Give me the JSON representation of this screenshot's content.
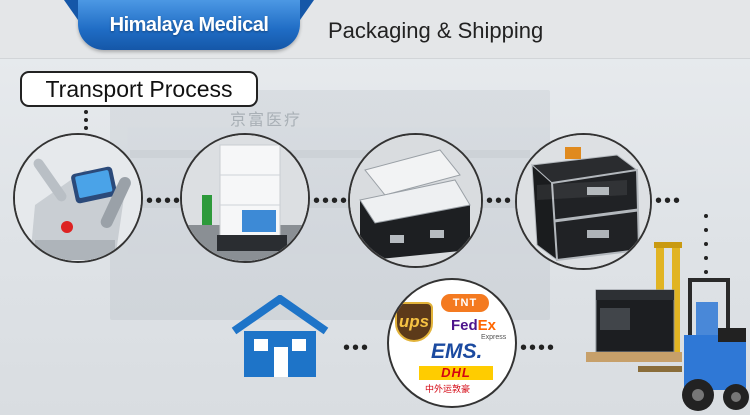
{
  "header": {
    "brand": "Himalaya Medical",
    "section_title": "Packaging & Shipping"
  },
  "transport_label": "Transport Process",
  "background_sign": "京富医疗",
  "carriers": {
    "ups": "ups",
    "tnt": "TNT",
    "fedex_fed": "Fed",
    "fedex_ex": "Ex",
    "fedex_express": "Express",
    "ems": "EMS.",
    "dhl": "DHL",
    "dhl_cn": "中外运敦豪"
  },
  "colors": {
    "brand_blue": "#1f6cc4",
    "house_blue": "#1e74c8",
    "dhl_red": "#d40511",
    "ups_brown": "#5c3a1a",
    "tnt_orange": "#f47a20",
    "fedex_purple": "#4d148c",
    "fedex_orange": "#ff6600",
    "ems_blue": "#1b4aa0"
  }
}
